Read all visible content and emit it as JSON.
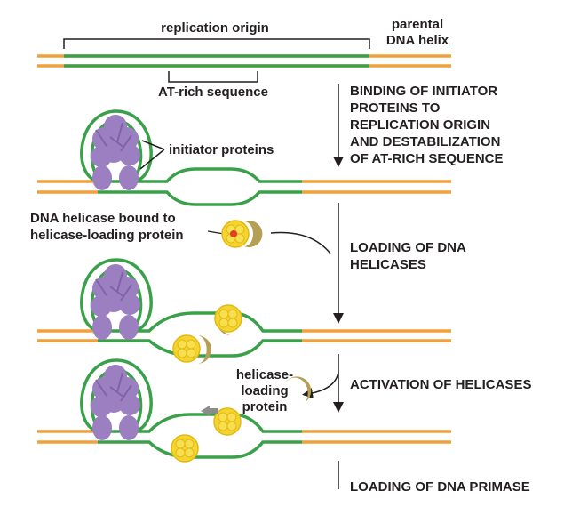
{
  "labels": {
    "replication_origin": "replication origin",
    "parental_line1": "parental",
    "parental_line2": "DNA helix",
    "at_rich": "AT-rich sequence",
    "initiator_proteins": "initiator proteins",
    "helicase_bound_line1": "DNA helicase bound to",
    "helicase_bound_line2": "helicase-loading protein",
    "hlp_line1": "helicase-",
    "hlp_line2": "loading",
    "hlp_line3": "protein"
  },
  "steps": [
    {
      "lines": [
        "BINDING OF INITIATOR",
        "PROTEINS TO",
        "REPLICATION ORIGIN",
        "AND DESTABILIZATION",
        "OF AT-RICH SEQUENCE"
      ]
    },
    {
      "lines": [
        "LOADING OF DNA",
        "HELICASES"
      ]
    },
    {
      "lines": [
        "ACTIVATION OF HELICASES"
      ]
    },
    {
      "lines": [
        "LOADING OF DNA PRIMASE"
      ]
    }
  ],
  "colors": {
    "parental_dna": "#f0a13c",
    "origin_dna": "#3aa14a",
    "initiator": "#9b7fc0",
    "helicase": "#f5d430",
    "loading_protein": "#b59f55",
    "text": "#231f20"
  },
  "icons": [
    "arrow-down-icon",
    "curved-arrow-icon",
    "left-arrow-icon"
  ]
}
